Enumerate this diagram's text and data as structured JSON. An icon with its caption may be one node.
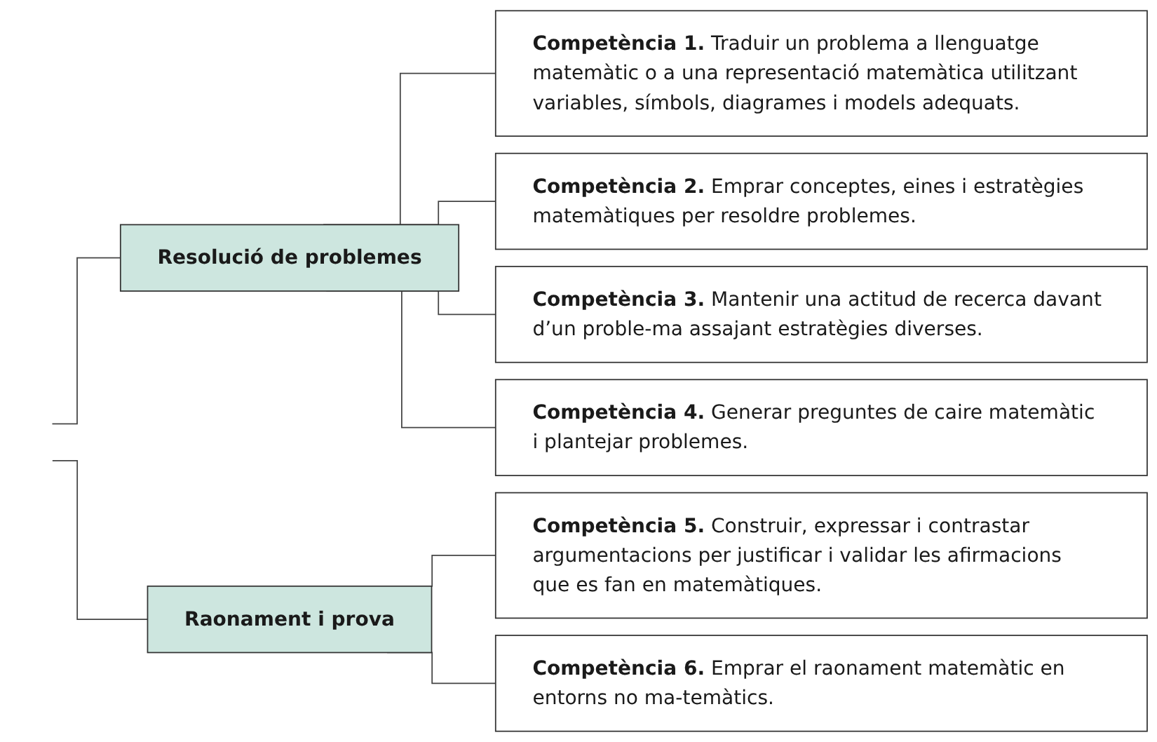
{
  "diagram": {
    "nodes": [
      {
        "text": [
          "Resolució de problemes"
        ]
      },
      {
        "text": [
          "**Competència 1.** Traduir un problema a llenguatge matemàtic o a una representació matemàtica utilitzant variables, símbols, diagrames i models adequats."
        ]
      },
      {
        "text": [
          "**Competència 2.** Emprar conceptes, eines i estratègies matemàtiques per resoldre problemes."
        ]
      },
      {
        "text": [
          "**Competència 3.** Mantenir una actitud de recerca davant d’un proble-ma assajant estratègies diverses."
        ]
      },
      {
        "text": [
          "**Competència 4.** Generar preguntes de caire matemàtic i plantejar problemes."
        ]
      },
      {
        "text": [
          "Raonament i prova"
        ]
      },
      {
        "text": [
          "**Competència 5.** Construir, expressar i contrastar argumentacions per justificar i validar les afirmacions que es fan en matemàtiques."
        ]
      },
      {
        "text": [
          "**Competència 6.** Emprar el raonament matemàtic en entorns no ma-temàtics."
        ]
      }
    ],
    "edges": [
      {
        "from": null,
        "to": 0,
        "arrow": "none"
      },
      {
        "from": 0,
        "to": 1,
        "arrow": "none"
      },
      {
        "from": 0,
        "to": 2,
        "arrow": "none"
      },
      {
        "from": 0,
        "to": 3,
        "arrow": "none"
      },
      {
        "from": 0,
        "to": 4,
        "arrow": "none"
      },
      {
        "from": null,
        "to": 5,
        "arrow": "none"
      },
      {
        "from": 5,
        "to": 6,
        "arrow": "none"
      },
      {
        "from": 5,
        "to": 7,
        "arrow": "none"
      }
    ]
  }
}
